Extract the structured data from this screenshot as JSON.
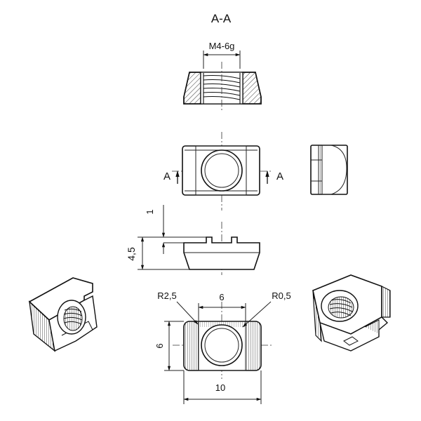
{
  "section": {
    "title": "A-A"
  },
  "thread_callout": "M4-6g",
  "section_markers": {
    "left": "A",
    "right": "A"
  },
  "dimensions": {
    "top_offset": "1",
    "height": "4,5",
    "radius_outer": "R2,5",
    "radius_inner": "R0,5",
    "slot_width": "6",
    "body_height": "6",
    "overall_width": "10"
  },
  "views": [
    {
      "name": "section A-A"
    },
    {
      "name": "front view"
    },
    {
      "name": "side view"
    },
    {
      "name": "bottom view"
    },
    {
      "name": "plan view"
    },
    {
      "name": "isometric left"
    },
    {
      "name": "isometric right"
    }
  ]
}
